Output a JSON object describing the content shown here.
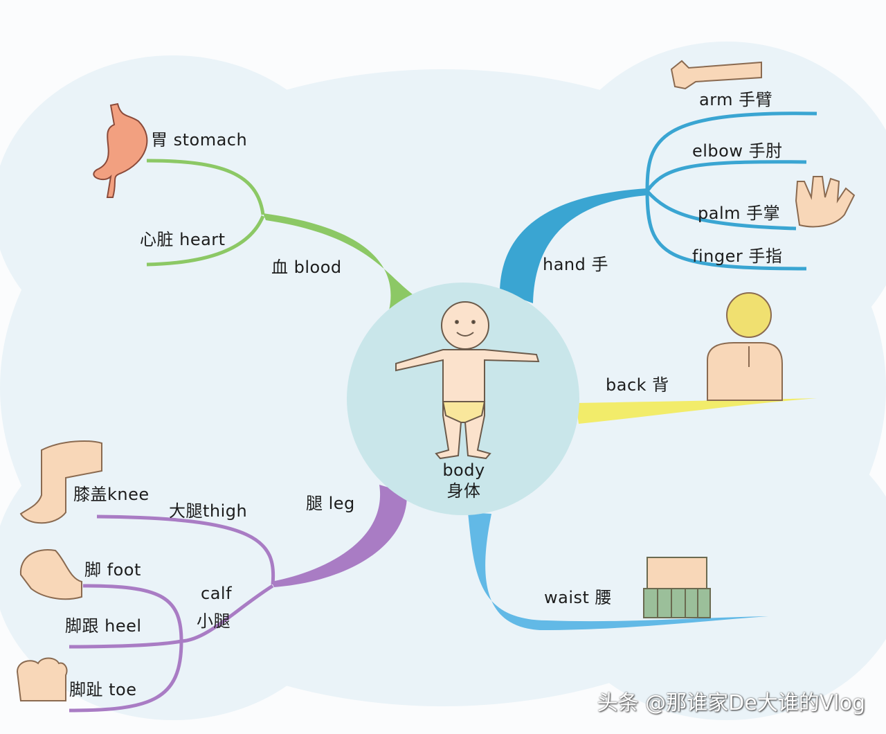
{
  "center": {
    "en": "body",
    "zh": "身体"
  },
  "branches": {
    "blood": {
      "label": "血 blood",
      "color": "#8cc865",
      "children": {
        "stomach": "胃 stomach",
        "heart": "心脏 heart"
      }
    },
    "hand": {
      "label": "hand 手",
      "color": "#3aa5d2",
      "children": {
        "arm": "arm 手臂",
        "elbow": "elbow 手肘",
        "palm": "palm 手掌",
        "finger": "finger 手指"
      }
    },
    "back": {
      "label": "back 背",
      "color": "#f2ec6a"
    },
    "waist": {
      "label": "waist 腰",
      "color": "#62b9e6"
    },
    "leg": {
      "label": "腿 leg",
      "color": "#a97cc4",
      "children": {
        "knee": "膝盖knee",
        "thigh": "大腿thigh",
        "calf_en": "calf",
        "calf_zh": "小腿",
        "foot": "脚 foot",
        "heel": "脚跟 heel",
        "toe": "脚趾 toe"
      }
    }
  },
  "watermark": "头条 @那谁家De大谁的Vlog"
}
